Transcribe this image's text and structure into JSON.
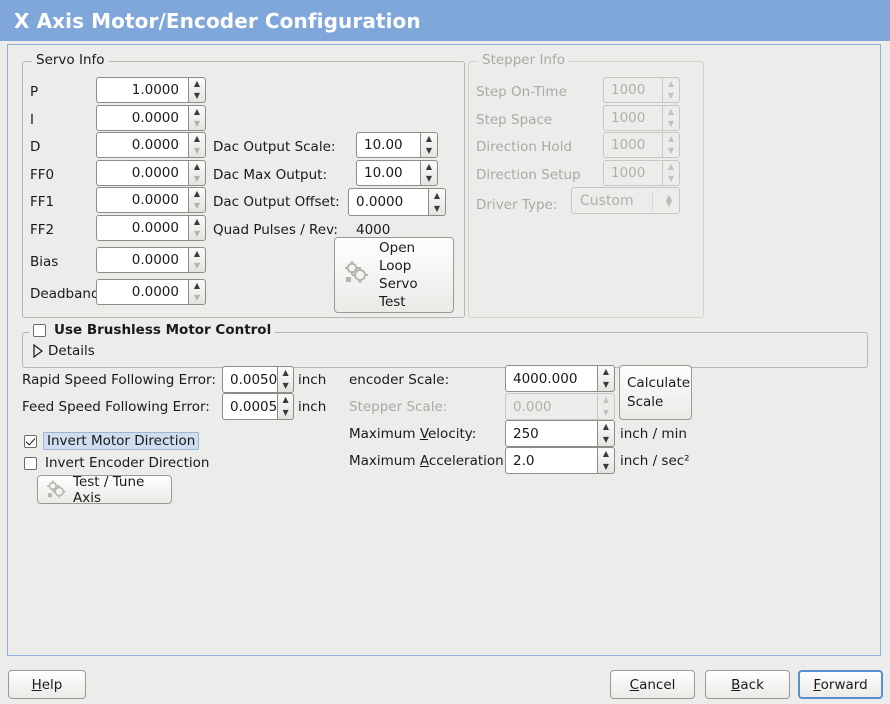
{
  "window": {
    "title": "X Axis Motor/Encoder Configuration"
  },
  "servo_info": {
    "legend": "Servo Info",
    "fields": [
      {
        "label": "P",
        "value": "1.0000"
      },
      {
        "label": "I",
        "value": "0.0000"
      },
      {
        "label": "D",
        "value": "0.0000"
      },
      {
        "label": "FF0",
        "value": "0.0000"
      },
      {
        "label": "FF1",
        "value": "0.0000"
      },
      {
        "label": "FF2",
        "value": "0.0000"
      },
      {
        "label": "Bias",
        "value": "0.0000"
      },
      {
        "label": "Deadband",
        "value": "0.0000"
      }
    ],
    "dac": [
      {
        "label": "Dac Output Scale:",
        "value": "10.00"
      },
      {
        "label": "Dac Max Output:",
        "value": "10.00"
      },
      {
        "label": "Dac Output Offset:",
        "value": "0.0000"
      }
    ],
    "quad_pulses_label": "Quad Pulses / Rev:",
    "quad_pulses_value": "4000",
    "open_loop_button": "Open\nLoop\nServo\nTest",
    "open_loop_lines": [
      "Open",
      "Loop",
      "Servo",
      "Test"
    ]
  },
  "stepper_info": {
    "legend": "Stepper Info",
    "enabled": false,
    "fields": [
      {
        "label": "Step On-Time",
        "value": "1000"
      },
      {
        "label": "Step Space",
        "value": "1000"
      },
      {
        "label": "Direction Hold",
        "value": "1000"
      },
      {
        "label": "Direction Setup",
        "value": "1000"
      }
    ],
    "driver_type_label": "Driver Type:",
    "driver_type_value": "Custom"
  },
  "brushless": {
    "legend": "Use Brushless Motor Control",
    "checked": false,
    "details_label": "Details",
    "details_expanded": false
  },
  "errors": {
    "rapid_label": "Rapid Speed Following Error:",
    "rapid_value": "0.0050",
    "rapid_unit": "inch",
    "feed_label": "Feed Speed Following Error:",
    "feed_value": "0.0005",
    "feed_unit": "inch"
  },
  "direction": {
    "invert_motor_label": "Invert Motor Direction",
    "invert_motor_checked": true,
    "invert_encoder_label": "Invert Encoder Direction",
    "invert_encoder_checked": false,
    "test_tune_label": "Test / Tune Axis"
  },
  "scales": {
    "encoder_label": "encoder Scale:",
    "encoder_value": "4000.000",
    "stepper_label": "Stepper Scale:",
    "stepper_value": "0.000",
    "stepper_enabled": false,
    "calculate_lines": [
      "Calculate",
      "Scale"
    ],
    "max_velocity_label": "Maximum Velocity:",
    "max_velocity_accel_key": "V",
    "max_velocity_value": "250",
    "max_velocity_unit": "inch / min",
    "max_accel_label": "Maximum Acceleration:",
    "max_accel_value": "2.0",
    "max_accel_unit": "inch / sec²"
  },
  "footer": {
    "help": "Help",
    "cancel": "Cancel",
    "back": "Back",
    "forward": "Forward"
  },
  "colors": {
    "titlebar": "#7fa7d9",
    "background": "#ececea",
    "panel_border": "#8fb0d8",
    "focus_highlight": "#cfddef",
    "disabled_text": "#a9a9a5"
  }
}
